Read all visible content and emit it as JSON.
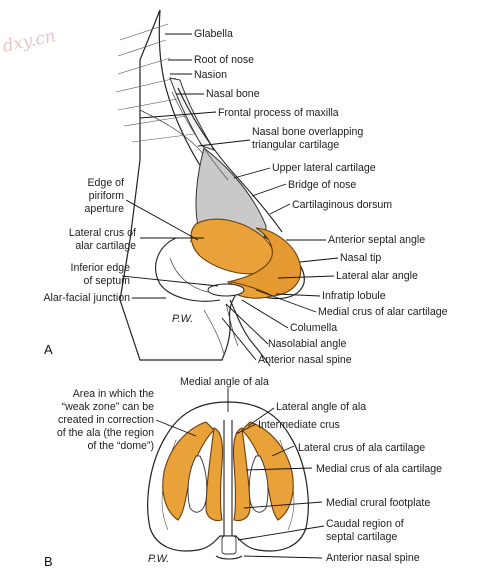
{
  "watermark": "dxy.cn",
  "panel_a": {
    "letter": "A",
    "labels": {
      "glabella": "Glabella",
      "root_of_nose": "Root of nose",
      "nasion": "Nasion",
      "nasal_bone": "Nasal bone",
      "frontal_process": "Frontal process of maxilla",
      "nasal_bone_overlap_1": "Nasal bone overlapping",
      "nasal_bone_overlap_2": "triangular cartilage",
      "upper_lateral": "Upper lateral cartilage",
      "bridge": "Bridge of nose",
      "cartilaginous_dorsum": "Cartilaginous dorsum",
      "anterior_septal_angle": "Anterior septal angle",
      "nasal_tip": "Nasal tip",
      "lateral_alar_angle": "Lateral alar angle",
      "infratip_lobule": "Infratip lobule",
      "medial_crus": "Medial crus of alar cartilage",
      "columella": "Columella",
      "nasolabial_angle": "Nasolabial angle",
      "anterior_nasal_spine": "Anterior nasal spine",
      "edge_piriform_1": "Edge of",
      "edge_piriform_2": "piriform",
      "edge_piriform_3": "aperture",
      "lateral_crus_1": "Lateral crus of",
      "lateral_crus_2": "alar cartilage",
      "inferior_edge_1": "Inferior edge",
      "inferior_edge_2": "of septum",
      "alar_facial": "Alar-facial junction"
    }
  },
  "panel_b": {
    "letter": "B",
    "labels": {
      "weak_zone_1": "Area in which the",
      "weak_zone_2": "“weak zone” can be",
      "weak_zone_3": "created in correction",
      "weak_zone_4": "of the ala (the region",
      "weak_zone_5": "of the “dome”)",
      "medial_angle": "Medial angle of ala",
      "lateral_angle": "Lateral angle of ala",
      "intermediate_crus": "Intermediate crus",
      "lateral_crus": "Lateral crus of ala cartilage",
      "medial_crus": "Medial crus of ala cartilage",
      "medial_crural_footplate": "Medial crural footplate",
      "caudal_region_1": "Caudal region of",
      "caudal_region_2": "septal cartilage",
      "anterior_nasal_spine": "Anterior nasal spine"
    }
  }
}
